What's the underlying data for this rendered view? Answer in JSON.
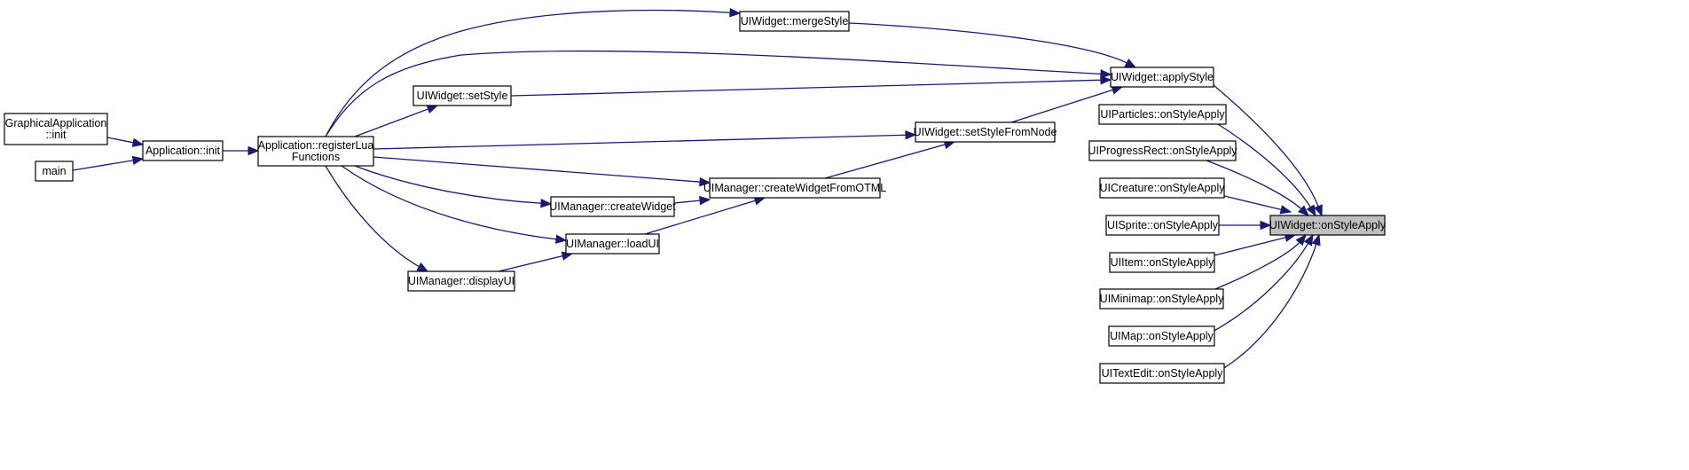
{
  "graph": {
    "focus_node": "UIWidget::onStyleApply",
    "colors": {
      "edge": "#191970",
      "node_border": "#000000",
      "focus_fill": "#bfbfbf",
      "node_fill": "#ffffff"
    },
    "nodes": [
      {
        "id": "gapp_init",
        "lines": [
          "GraphicalApplication",
          "::init"
        ]
      },
      {
        "id": "main",
        "lines": [
          "main"
        ]
      },
      {
        "id": "app_init",
        "lines": [
          "Application::init"
        ]
      },
      {
        "id": "reglua",
        "lines": [
          "Application::registerLua",
          "Functions"
        ]
      },
      {
        "id": "setstyle",
        "lines": [
          "UIWidget::setStyle"
        ]
      },
      {
        "id": "mergestyle",
        "lines": [
          "UIWidget::mergeStyle"
        ]
      },
      {
        "id": "applystyle",
        "lines": [
          "UIWidget::applyStyle"
        ]
      },
      {
        "id": "setstylenode",
        "lines": [
          "UIWidget::setStyleFromNode"
        ]
      },
      {
        "id": "cwfotml",
        "lines": [
          "UIManager::createWidgetFromOTML"
        ]
      },
      {
        "id": "createwidget",
        "lines": [
          "UIManager::createWidget"
        ]
      },
      {
        "id": "loadui",
        "lines": [
          "UIManager::loadUI"
        ]
      },
      {
        "id": "displayui",
        "lines": [
          "UIManager::displayUI"
        ]
      },
      {
        "id": "particles",
        "lines": [
          "UIParticles::onStyleApply"
        ]
      },
      {
        "id": "progress",
        "lines": [
          "UIProgressRect::onStyleApply"
        ]
      },
      {
        "id": "creature",
        "lines": [
          "UICreature::onStyleApply"
        ]
      },
      {
        "id": "sprite",
        "lines": [
          "UISprite::onStyleApply"
        ]
      },
      {
        "id": "item",
        "lines": [
          "UIItem::onStyleApply"
        ]
      },
      {
        "id": "minimap",
        "lines": [
          "UIMinimap::onStyleApply"
        ]
      },
      {
        "id": "map",
        "lines": [
          "UIMap::onStyleApply"
        ]
      },
      {
        "id": "textedit",
        "lines": [
          "UITextEdit::onStyleApply"
        ]
      },
      {
        "id": "onstyleapply",
        "lines": [
          "UIWidget::onStyleApply"
        ]
      }
    ],
    "edges": [
      {
        "from": "gapp_init",
        "to": "app_init"
      },
      {
        "from": "main",
        "to": "app_init"
      },
      {
        "from": "app_init",
        "to": "reglua"
      },
      {
        "from": "reglua",
        "to": "mergestyle"
      },
      {
        "from": "reglua",
        "to": "applystyle"
      },
      {
        "from": "reglua",
        "to": "setstyle"
      },
      {
        "from": "reglua",
        "to": "setstylenode"
      },
      {
        "from": "reglua",
        "to": "cwfotml"
      },
      {
        "from": "reglua",
        "to": "createwidget"
      },
      {
        "from": "reglua",
        "to": "loadui"
      },
      {
        "from": "reglua",
        "to": "displayui"
      },
      {
        "from": "displayui",
        "to": "loadui"
      },
      {
        "from": "loadui",
        "to": "cwfotml"
      },
      {
        "from": "createwidget",
        "to": "cwfotml"
      },
      {
        "from": "cwfotml",
        "to": "setstylenode"
      },
      {
        "from": "setstylenode",
        "to": "applystyle"
      },
      {
        "from": "setstyle",
        "to": "applystyle"
      },
      {
        "from": "mergestyle",
        "to": "applystyle"
      },
      {
        "from": "applystyle",
        "to": "onstyleapply"
      },
      {
        "from": "particles",
        "to": "onstyleapply"
      },
      {
        "from": "progress",
        "to": "onstyleapply"
      },
      {
        "from": "creature",
        "to": "onstyleapply"
      },
      {
        "from": "sprite",
        "to": "onstyleapply"
      },
      {
        "from": "item",
        "to": "onstyleapply"
      },
      {
        "from": "minimap",
        "to": "onstyleapply"
      },
      {
        "from": "map",
        "to": "onstyleapply"
      },
      {
        "from": "textedit",
        "to": "onstyleapply"
      }
    ]
  }
}
